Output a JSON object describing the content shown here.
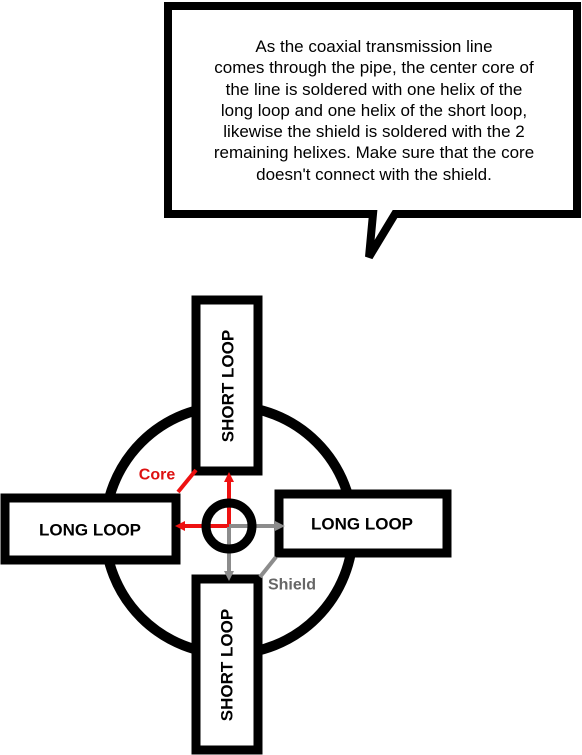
{
  "callout": {
    "text": "As the coaxial transmission line\ncomes through the pipe, the center core of\nthe line is soldered with one helix of the\nlong loop and one helix of the short loop,\nlikewise the shield is soldered with the 2\nremaining helixes. Make sure that the core\ndoesn't connect with the shield."
  },
  "loops": {
    "top": "SHORT LOOP",
    "bottom": "SHORT LOOP",
    "left": "LONG LOOP",
    "right": "LONG LOOP"
  },
  "labels": {
    "core": "Core",
    "shield": "Shield"
  },
  "colors": {
    "core": "#ee1111",
    "shield": "#8c8c8c",
    "shield_text": "#666666",
    "outline": "#000000"
  }
}
